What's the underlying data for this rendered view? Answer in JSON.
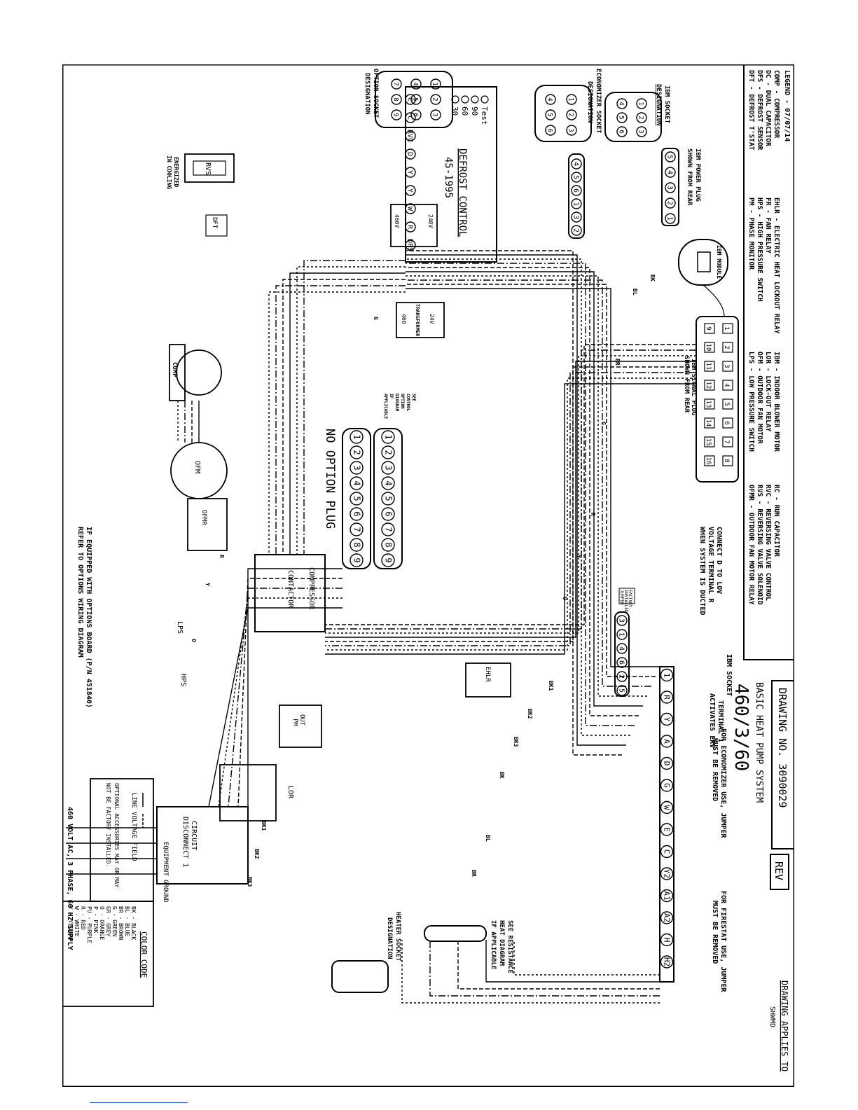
{
  "legend": {
    "title": "LEGEND - 07/07/14",
    "columns": [
      [
        "COMP - COMPRESSOR",
        "DC - DUAL CAPACITOR",
        "DFS - DEFROST SENSOR",
        "DFT - DEFROST T'STAT"
      ],
      [
        "EHLR - ELECTRIC HEAT LOCKOUT RELAY",
        "FR - FAN RELAY",
        "HPS - HIGH PRESSURE SWITCH",
        "PM - PHASE MONITOR"
      ],
      [
        "IBM - INDOOR BLOWER MOTOR",
        "LOR - LOCK-OUT RELAY",
        "OFM - OUTDOOR FAN MOTOR",
        "LPS - LOW PRESSURE SWITCH"
      ],
      [
        "RC - RUN CAPACITOR",
        "RVC - REVERSING VALVE CONTROL",
        "RVS - REVERSING VALVE SOLENOID",
        "OFMR - OUTDOOR FAN MOTOR RELAY"
      ]
    ]
  },
  "title_block": {
    "drawing_no": "DRAWING NO. 3090029",
    "rev": "REV",
    "applies_to": "DRAWING APPLIES TO",
    "applies_model": "SHWMD",
    "system": "BASIC HEAT PUMP SYSTEM",
    "voltage": "460/3/60"
  },
  "notes": {
    "economizer": [
      "FOR ECONOMIZER USE, JUMPER",
      "MUST BE REMOVED"
    ],
    "firestat": [
      "FOR FIRESTAT USE, JUMPER",
      "MUST BE REMOVED"
    ],
    "terminal1": [
      "TERMINAL 1",
      "ACTIVATES ERV"
    ],
    "connect_d": [
      "CONNECT D TO LOV",
      "VOLTAGE TERMINAL R",
      "WHEN SYSTEM IS DUCTED"
    ],
    "options_board": [
      "IF EQUIPPED WITH OPTIONS BOARD (P/N 451840)",
      "REFER TO OPTIONS WIRING DIAGRAM"
    ],
    "supply": "460 VOLT AC, 3 PHASE, 60 HZ SUPPLY",
    "heater_note": [
      "SEE RESISTANCE",
      "HEAT DIAGRAM",
      "IF APPLICABLE"
    ],
    "control_option": [
      "SEE",
      "CONTROL",
      "OPTION",
      "DIAGRAM",
      "IF",
      "APPLICABLE"
    ],
    "factory_jumper": [
      "FACTORY",
      "INSTALLED",
      "JUMPER"
    ],
    "energized": [
      "ENERGIZED",
      "IN COOLING"
    ]
  },
  "line_key": {
    "line_voltage": "LINE VOLTAGE FIELD",
    "optional": [
      "OPTIONAL ACCESSORIES MAY OR MAY",
      "NOT BE FACTORY INSTALLED."
    ]
  },
  "color_code": {
    "title": "COLOR CODE",
    "entries": [
      "BK - BLACK",
      "BL - BLUE",
      "BR - BROWN",
      "G - GREEN",
      "GR - GREY",
      "O - ORANGE",
      "P - PINK",
      "PU - PURPLE",
      "R - RED",
      "W - WHITE",
      "Y - YELLOW"
    ]
  },
  "components": {
    "ibm_socket_designation": [
      "IBM SOCKET",
      "DESIGNATION"
    ],
    "economizer_socket": [
      "ECONOMIZER SOCKET",
      "DESIGNATION"
    ],
    "option_socket": [
      "OPTION SOCKET",
      "DESIGNATION"
    ],
    "heater_socket": [
      "HEATER SOCKET",
      "DESIGNATION"
    ],
    "ibm_power_plug": [
      "IBM POWER PLUG",
      "SHOWN FROM REAR"
    ],
    "ibm_signal_plug": [
      "IBM SIGNAL PLUG",
      "SHOWN FROM REAR"
    ],
    "ibm_module": "IBM MODULE",
    "ibm_socket": "IBM SOCKET",
    "defrost_title": "DEFROST CONTROL",
    "defrost_part": "45-1995",
    "defrost_speeds": [
      "Test",
      "90",
      "60",
      "30"
    ],
    "defrost_terms": [
      "C",
      "C",
      "RVC",
      "D",
      "Y",
      "Y",
      "W",
      "R",
      "DFS"
    ],
    "transformer": "TRANSFORMER",
    "tx_24": "24V",
    "tx_460": "460",
    "tx2_240": "240V",
    "tx2_460": "460V",
    "contactor": "CONTACTOR",
    "compressor": "COMPRESSOR",
    "comp": "COMP",
    "ofm": "OFM",
    "ofmr": "OFMR",
    "lps": "LPS",
    "hps": "HPS",
    "pm": "PM",
    "out": "OUT",
    "ehlr": "EHLR",
    "lor": "LOR",
    "rvs": "RVS",
    "dft": "DFT",
    "circuit_disconnect": [
      "CIRCUIT",
      "DISCONNECT 1"
    ],
    "equipment_ground": "EQUIPMENT GROUND",
    "no_option_plug": "NO OPTION PLUG",
    "terminal_strip": [
      "1",
      "R",
      "Y",
      "A",
      "D",
      "G",
      "W",
      "E",
      "C",
      "Y2",
      "A1",
      "A2",
      "H",
      "H2"
    ],
    "ibm_socket_terms": [
      "3",
      "1",
      "4",
      "6",
      "2",
      "5"
    ],
    "pin_numbers": [
      "1",
      "2",
      "3",
      "4",
      "5",
      "6",
      "7",
      "8",
      "9"
    ],
    "signal_pins": [
      "1",
      "2",
      "3",
      "4",
      "5",
      "6",
      "7",
      "8",
      "9",
      "10",
      "11",
      "12",
      "13",
      "14",
      "15",
      "16"
    ]
  },
  "wire_labels": [
    "BK",
    "BL",
    "BR",
    "G",
    "R",
    "Y",
    "O",
    "BK1",
    "BK2",
    "BK3"
  ]
}
